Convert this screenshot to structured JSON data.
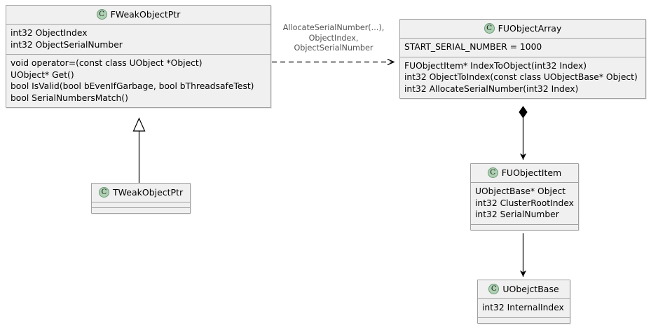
{
  "diagram": {
    "type": "uml-class-diagram",
    "classes": [
      {
        "id": "FWeakObjectPtr",
        "icon": "class-icon",
        "icon_letter": "C",
        "name": "FWeakObjectPtr",
        "attributes": [
          "int32 ObjectIndex",
          "int32 ObjectSerialNumber"
        ],
        "operations": [
          "void operator=(const class UObject *Object)",
          "UObject* Get()",
          "bool IsValid(bool bEvenIfGarbage, bool bThreadsafeTest)",
          "bool SerialNumbersMatch()"
        ]
      },
      {
        "id": "FUObjectArray",
        "icon": "class-icon",
        "icon_letter": "C",
        "name": "FUObjectArray",
        "attributes": [
          "START_SERIAL_NUMBER = 1000"
        ],
        "operations": [
          "FUObjectItem* IndexToObject(int32 Index)",
          "int32 ObjectToIndex(const class UObjectBase* Object)",
          "int32 AllocateSerialNumber(int32 Index)"
        ]
      },
      {
        "id": "TWeakObjectPtr",
        "icon": "class-icon",
        "icon_letter": "C",
        "name": "TWeakObjectPtr",
        "attributes": [],
        "operations": []
      },
      {
        "id": "FUObjectItem",
        "icon": "class-icon",
        "icon_letter": "C",
        "name": "FUObjectItem",
        "attributes": [
          "UObjectBase* Object",
          "int32 ClusterRootIndex",
          "int32 SerialNumber"
        ],
        "operations": []
      },
      {
        "id": "UObejctBase",
        "icon": "class-icon",
        "icon_letter": "C",
        "name": "UObejctBase",
        "attributes": [
          "int32 InternalIndex"
        ],
        "operations": []
      }
    ],
    "relations": [
      {
        "id": "dependency-fweakobjectptr-fuobjectarray",
        "from": "FWeakObjectPtr",
        "to": "FUObjectArray",
        "style": "dashed",
        "arrow": "open",
        "label_lines": [
          "AllocateSerialNumber(...),",
          "ObjectIndex,",
          "ObjectSerialNumber"
        ]
      },
      {
        "id": "generalization-tweakobjectptr-fweakobjectptr",
        "from": "TWeakObjectPtr",
        "to": "FWeakObjectPtr",
        "style": "solid",
        "arrow": "hollow-triangle",
        "label_lines": []
      },
      {
        "id": "composition-fuobjectarray-fuobjectitem",
        "from": "FUObjectArray",
        "to": "FUObjectItem",
        "style": "solid",
        "arrow": "filled-diamond-and-arrow",
        "label_lines": []
      },
      {
        "id": "association-fuobjectitem-uobejctbase",
        "from": "FUObjectItem",
        "to": "UObejctBase",
        "style": "solid",
        "arrow": "filled-arrow",
        "label_lines": []
      }
    ],
    "colors": {
      "box_fill": "#f0f0f0",
      "box_border": "#a0a0a0",
      "icon_fill": "#ADD1B2",
      "icon_border": "#6f9877",
      "text": "#000000",
      "label_text": "#555555",
      "edge": "#000000",
      "background": "#ffffff"
    }
  }
}
